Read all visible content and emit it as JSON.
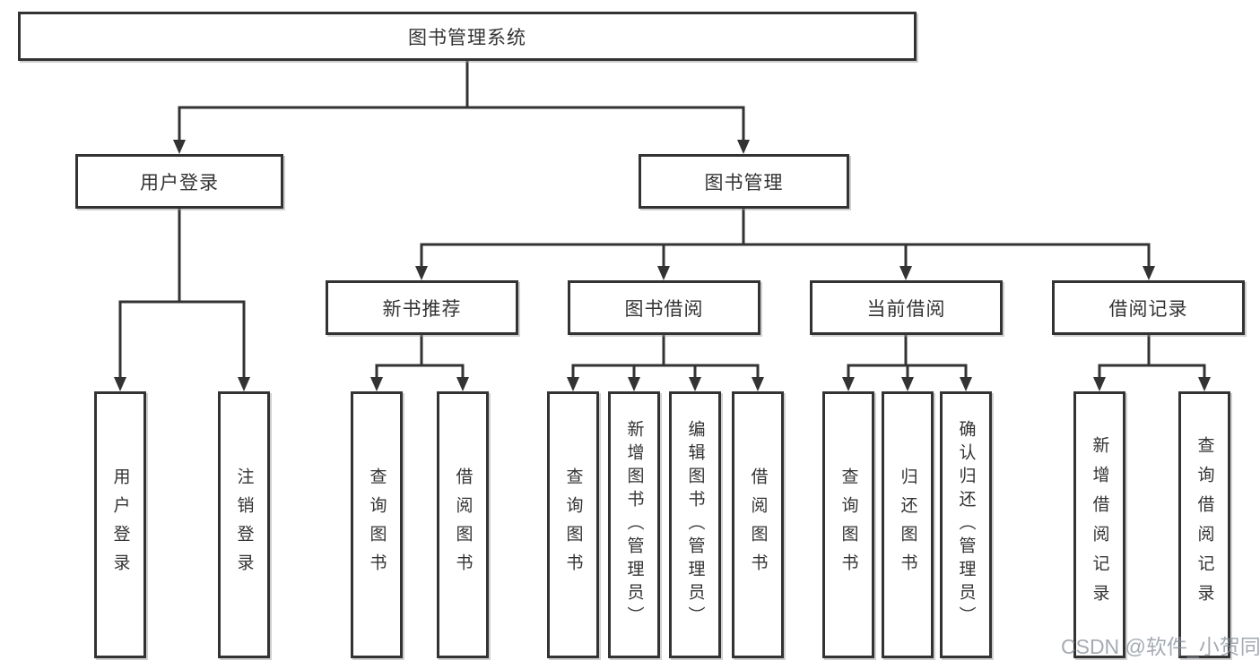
{
  "watermark": "CSDN @软件_小贺同学",
  "colors": {
    "line": "#333333",
    "box_border": "#333333",
    "box_fill": "#ffffff",
    "watermark_gray": "#8c949e"
  },
  "tree": {
    "label": "图书管理系统",
    "children": [
      {
        "label": "用户登录",
        "children": [
          {
            "label": "用户登录"
          },
          {
            "label": "注销登录"
          }
        ]
      },
      {
        "label": "图书管理",
        "children": [
          {
            "label": "新书推荐",
            "children": [
              {
                "label": "查询图书"
              },
              {
                "label": "借阅图书"
              }
            ]
          },
          {
            "label": "图书借阅",
            "children": [
              {
                "label": "查询图书"
              },
              {
                "label": "新增图书（管理员）"
              },
              {
                "label": "编辑图书（管理员）"
              },
              {
                "label": "借阅图书"
              }
            ]
          },
          {
            "label": "当前借阅",
            "children": [
              {
                "label": "查询图书"
              },
              {
                "label": "归还图书"
              },
              {
                "label": "确认归还（管理员）"
              }
            ]
          },
          {
            "label": "借阅记录",
            "children": [
              {
                "label": "新增借阅记录"
              },
              {
                "label": "查询借阅记录"
              }
            ]
          }
        ]
      }
    ]
  }
}
